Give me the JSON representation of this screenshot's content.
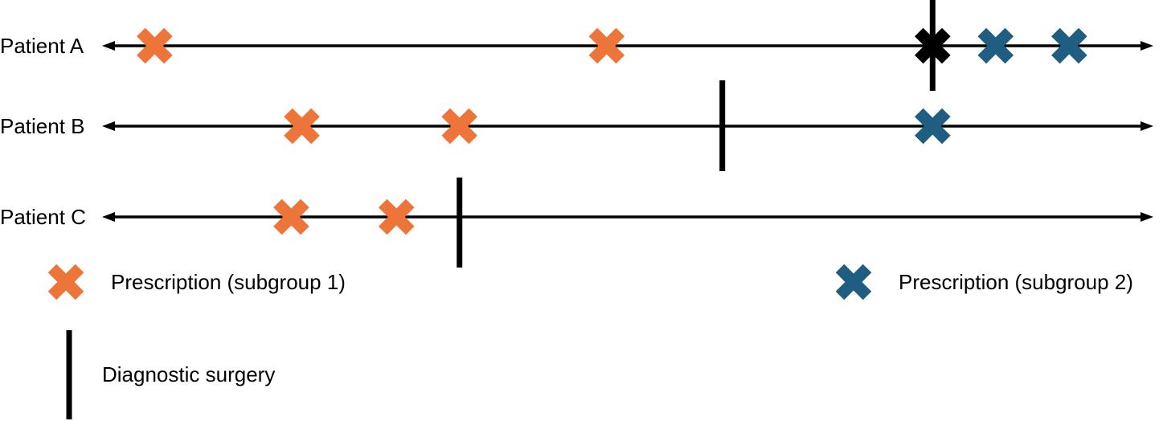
{
  "colors": {
    "subgroup1": "#ED7539",
    "subgroup2": "#1F5E80",
    "overlap": "#000000",
    "line": "#000000"
  },
  "patients": [
    {
      "label": "Patient A",
      "surgery": 0.79,
      "events": [
        {
          "pos": 0.05,
          "group": "subgroup1"
        },
        {
          "pos": 0.48,
          "group": "subgroup1"
        },
        {
          "pos": 0.79,
          "group": "overlap"
        },
        {
          "pos": 0.85,
          "group": "subgroup2"
        },
        {
          "pos": 0.92,
          "group": "subgroup2"
        }
      ]
    },
    {
      "label": "Patient B",
      "surgery": 0.59,
      "events": [
        {
          "pos": 0.19,
          "group": "subgroup1"
        },
        {
          "pos": 0.34,
          "group": "subgroup1"
        },
        {
          "pos": 0.79,
          "group": "subgroup2"
        }
      ]
    },
    {
      "label": "Patient C",
      "surgery": 0.34,
      "events": [
        {
          "pos": 0.18,
          "group": "subgroup1"
        },
        {
          "pos": 0.28,
          "group": "subgroup1"
        }
      ]
    }
  ],
  "legend": {
    "subgroup1": "Prescription (subgroup 1)",
    "subgroup2": "Prescription (subgroup 2)",
    "surgery": "Diagnostic surgery"
  }
}
